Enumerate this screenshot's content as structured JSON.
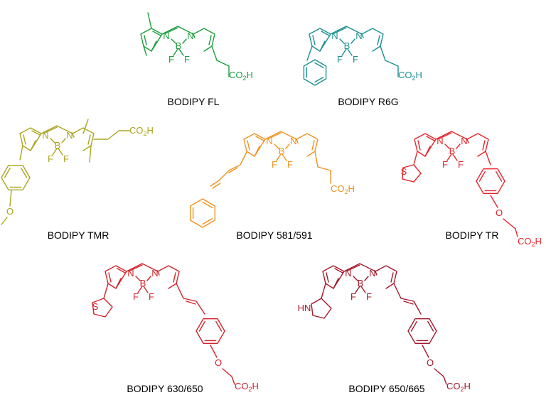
{
  "dyes": [
    {
      "label": "BODIPY FL",
      "color": "#1b9e3e",
      "atoms": {
        "n1": "N",
        "n2": "N",
        "b": "B",
        "f1": "F",
        "f2": "F",
        "acid": "CO",
        "acid_sub": "2",
        "acid_h": "H"
      }
    },
    {
      "label": "BODIPY R6G",
      "color": "#1c8f8f",
      "atoms": {
        "n1": "N",
        "n2": "N",
        "b": "B",
        "f1": "F",
        "f2": "F",
        "acid": "CO",
        "acid_sub": "2",
        "acid_h": "H"
      }
    },
    {
      "label": "BODIPY TMR",
      "color": "#a9a520",
      "atoms": {
        "n1": "N",
        "n2": "N",
        "b": "B",
        "f1": "F",
        "f2": "F",
        "acid": "CO",
        "acid_sub": "2",
        "acid_h": "H",
        "o": "O"
      }
    },
    {
      "label": "BODIPY 581/591",
      "color": "#f0921e",
      "atoms": {
        "n1": "N",
        "n2": "N",
        "b": "B",
        "f1": "F",
        "f2": "F",
        "acid": "CO",
        "acid_sub": "2",
        "acid_h": "H"
      }
    },
    {
      "label": "BODIPY TR",
      "color": "#e8232a",
      "atoms": {
        "n1": "N",
        "n2": "N",
        "b": "B",
        "f1": "F",
        "f2": "F",
        "acid": "CO",
        "acid_sub": "2",
        "acid_h": "H",
        "o": "O",
        "s": "S"
      }
    },
    {
      "label": "BODIPY 630/650",
      "color": "#d2232a",
      "atoms": {
        "n1": "N",
        "n2": "N",
        "b": "B",
        "f1": "F",
        "f2": "F",
        "acid": "CO",
        "acid_sub": "2",
        "acid_h": "H",
        "o": "O",
        "s": "S"
      }
    },
    {
      "label": "BODIPY 650/665",
      "color": "#a3182b",
      "atoms": {
        "n1": "N",
        "n2": "N",
        "b": "B",
        "f1": "F",
        "f2": "F",
        "acid": "CO",
        "acid_sub": "2",
        "acid_h": "H",
        "o": "O",
        "hn": "HN"
      }
    }
  ]
}
